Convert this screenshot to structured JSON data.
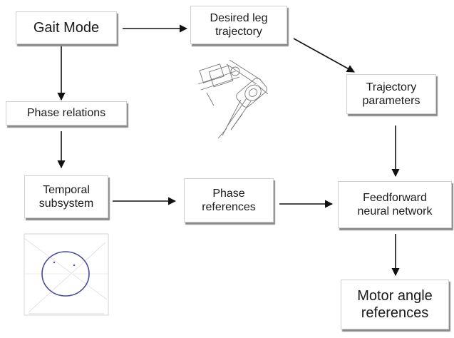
{
  "nodes": {
    "gait_mode": {
      "lines": [
        "Gait Mode"
      ]
    },
    "desired_leg_trajectory": {
      "lines": [
        "Desired leg",
        "trajectory"
      ]
    },
    "trajectory_parameters": {
      "lines": [
        "Trajectory",
        "parameters"
      ]
    },
    "phase_relations": {
      "lines": [
        "Phase relations"
      ]
    },
    "temporal_subsystem": {
      "lines": [
        "Temporal",
        "subsystem"
      ]
    },
    "phase_references": {
      "lines": [
        "Phase",
        "references"
      ]
    },
    "feedforward_neural_network": {
      "lines": [
        "Feedforward",
        "neural network"
      ]
    },
    "motor_angle_references": {
      "lines": [
        "Motor angle",
        "references"
      ]
    }
  },
  "illustrations": {
    "leg_sketch": "leg-mechanism-sketch",
    "orbit_plot": "circular-orbit-plot"
  },
  "colors": {
    "arrow": "#111111",
    "orbit": "#4a4aa0",
    "sketch": "#777777"
  }
}
